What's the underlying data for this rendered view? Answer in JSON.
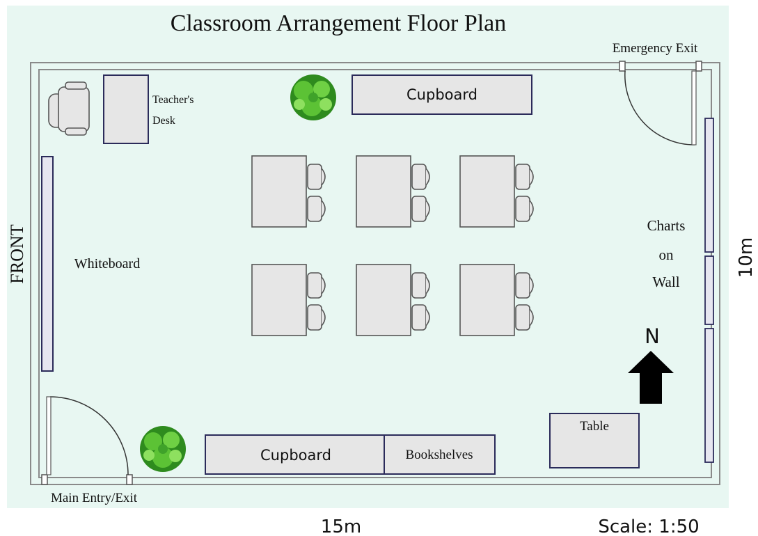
{
  "title": "Classroom Arrangement Floor Plan",
  "labels": {
    "front": "FRONT",
    "emergency_exit": "Emergency Exit",
    "main_entry": "Main Entry/Exit",
    "teacher_desk_line1": "Teacher's",
    "teacher_desk_line2": "Desk",
    "whiteboard": "Whiteboard",
    "cupboard_top": "Cupboard",
    "cupboard_bottom": "Cupboard",
    "bookshelves": "Bookshelves",
    "table": "Table",
    "charts_line1": "Charts",
    "charts_line2": "on",
    "charts_line3": "Wall",
    "north": "N"
  },
  "dimensions": {
    "width": "15m",
    "height": "10m",
    "scale": "Scale: 1:50"
  },
  "colors": {
    "floor": "#e8f7f2",
    "furniture": "#e6e6e6",
    "outline": "#2b2b5a",
    "plant_dark": "#2e8b1e",
    "plant_light": "#7ed957",
    "arrow": "#000000"
  },
  "icons": [
    "chair-icon",
    "plant-icon",
    "door-icon",
    "north-arrow-icon"
  ]
}
